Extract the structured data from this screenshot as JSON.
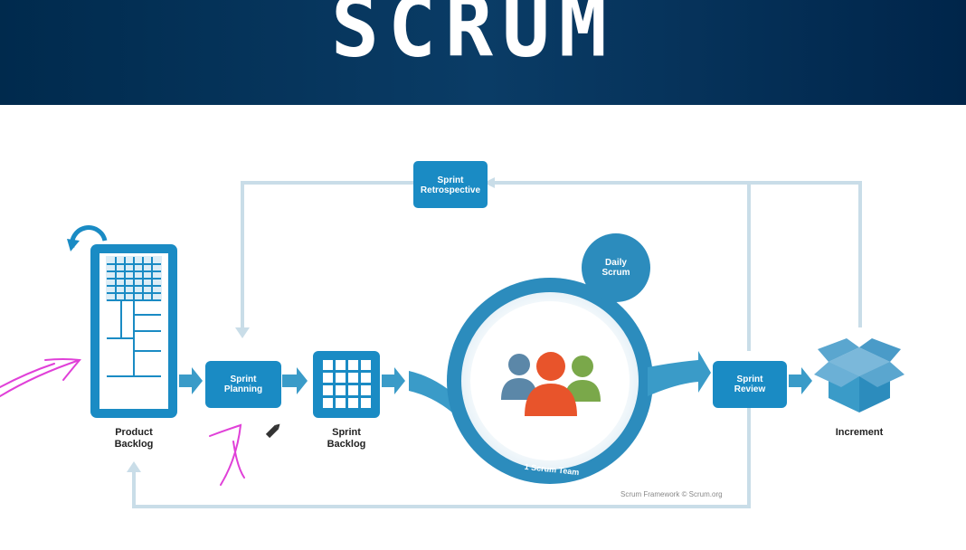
{
  "header": {
    "title": "SCRUM"
  },
  "diagram": {
    "sprint_retrospective": [
      "Sprint",
      "Retrospective"
    ],
    "daily_scrum": [
      "Daily",
      "Scrum"
    ],
    "product_backlog": [
      "Product",
      "Backlog"
    ],
    "sprint_planning": [
      "Sprint",
      "Planning"
    ],
    "sprint_backlog": [
      "Sprint",
      "Backlog"
    ],
    "scrum_team": "1 Scrum Team",
    "sprint_review": [
      "Sprint",
      "Review"
    ],
    "increment": "Increment",
    "credit": "Scrum Framework © Scrum.org"
  },
  "colors": {
    "header_bg": "#0a3c66",
    "box_blue": "#1a8bc4",
    "arrow_blue": "#3a9bc8",
    "loop_line": "#c9dde8",
    "annotation_pink": "#e040d8",
    "person_blue": "#5b87a8",
    "person_orange": "#e8542b",
    "person_green": "#7aa84a"
  },
  "icons": [
    "refresh-arrow-icon",
    "team-people-icon",
    "increment-cube-icon",
    "pencil-cursor-icon"
  ]
}
